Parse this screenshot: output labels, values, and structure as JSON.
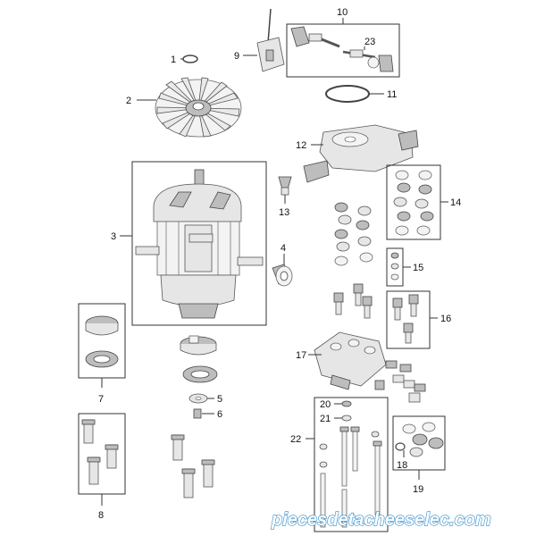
{
  "diagram": {
    "labels": [
      "1",
      "2",
      "3",
      "4",
      "5",
      "6",
      "7",
      "8",
      "9",
      "10",
      "11",
      "12",
      "13",
      "14",
      "15",
      "16",
      "17",
      "18",
      "19",
      "20",
      "21",
      "22",
      "23"
    ]
  },
  "watermark": {
    "text": "piecesdetacheeselec.com"
  }
}
